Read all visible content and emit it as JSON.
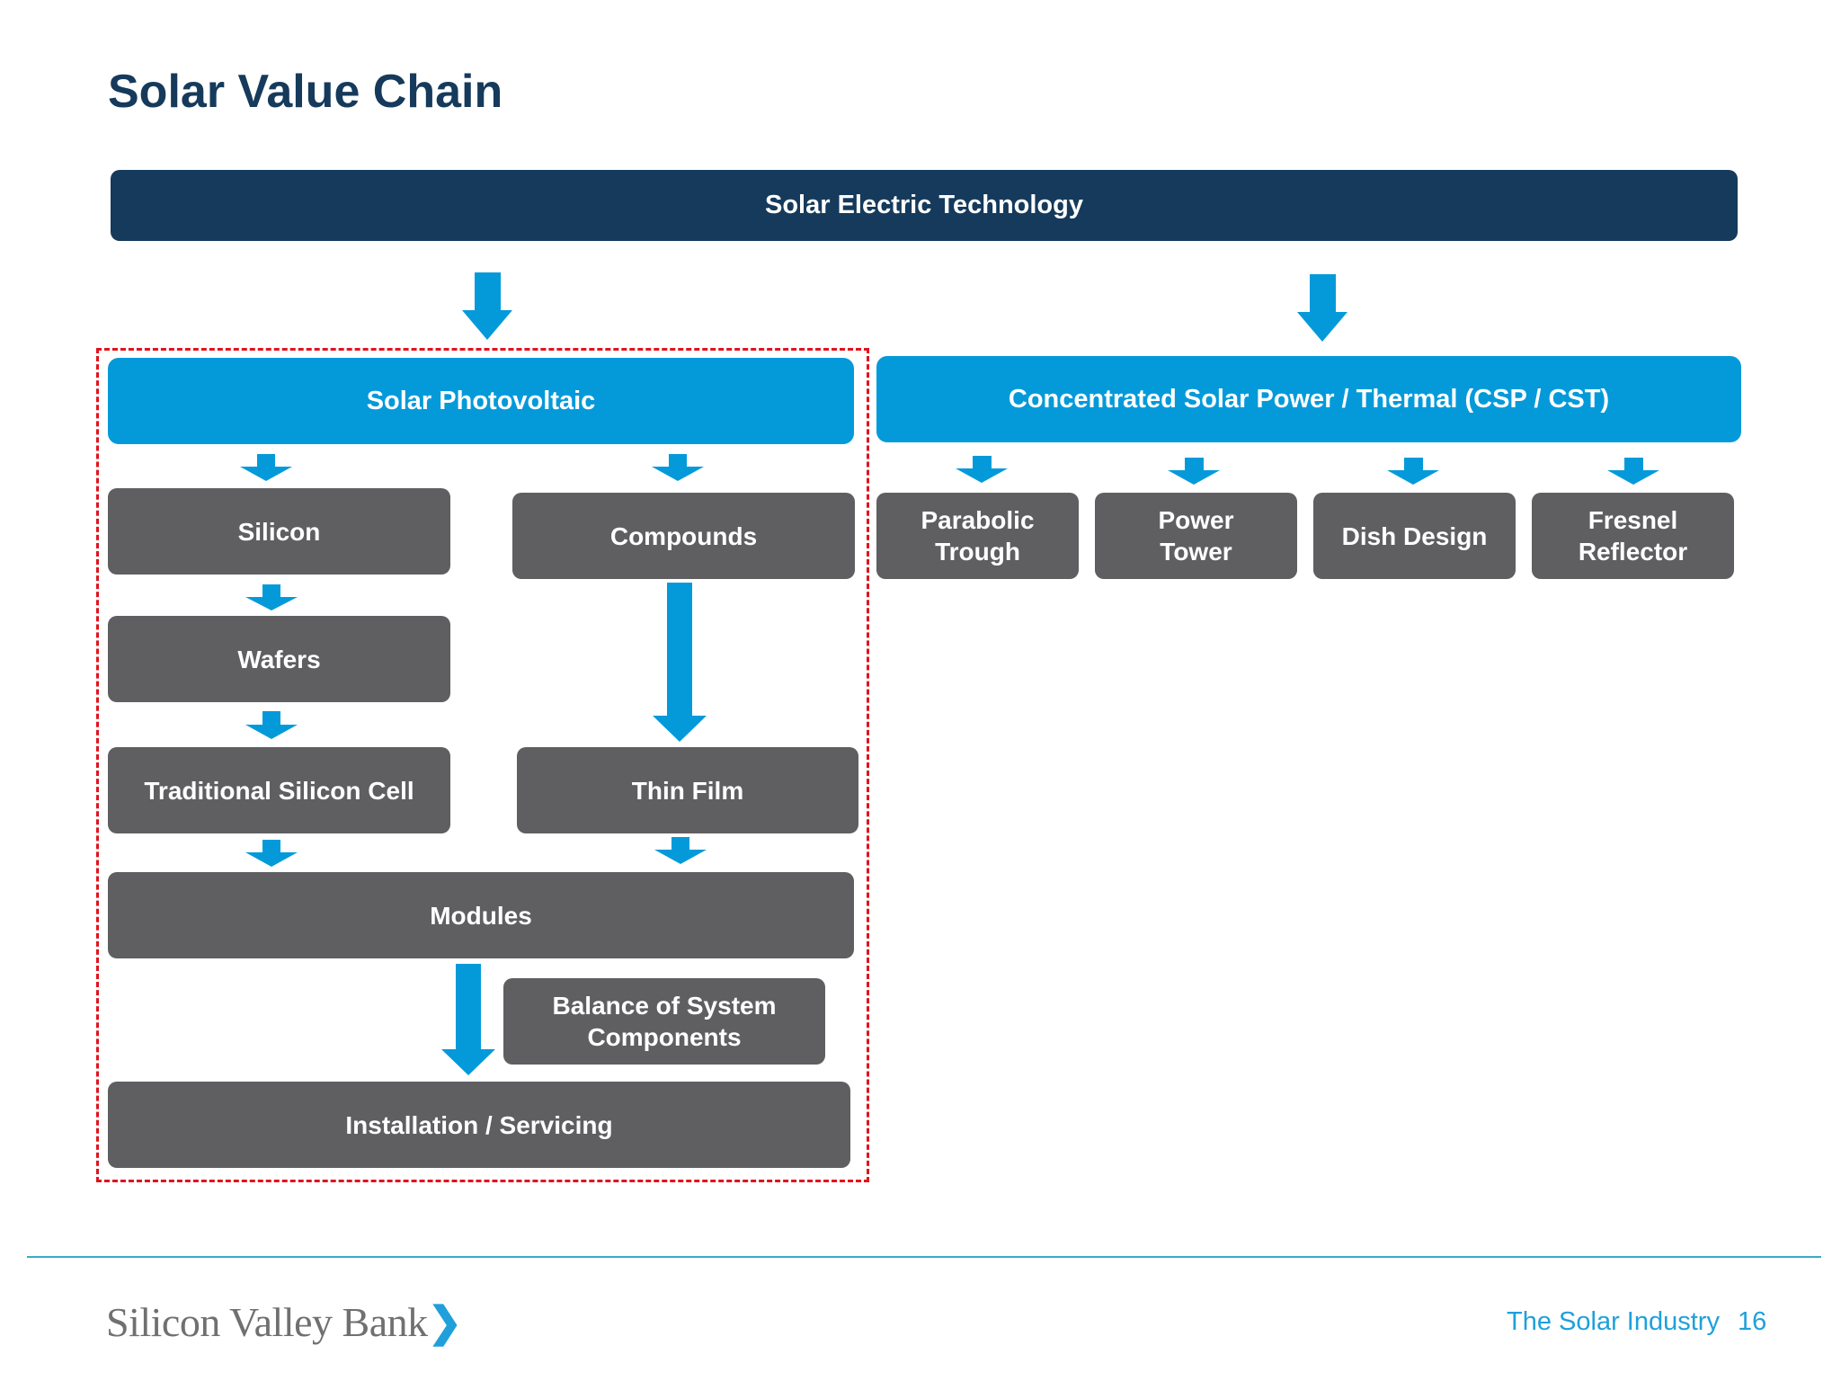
{
  "title": "Solar Value Chain",
  "top_node": "Solar Electric Technology",
  "pv": {
    "header": "Solar Photovoltaic",
    "silicon": "Silicon",
    "compounds": "Compounds",
    "wafers": "Wafers",
    "traditional_cell": "Traditional Silicon Cell",
    "thin_film": "Thin Film",
    "modules": "Modules",
    "bos_line1": "Balance of System",
    "bos_line2": "Components",
    "installation": "Installation / Servicing"
  },
  "csp": {
    "header": "Concentrated Solar Power / Thermal (CSP / CST)",
    "items": [
      {
        "line1": "Parabolic",
        "line2": "Trough"
      },
      {
        "line1": "Power",
        "line2": "Tower"
      },
      {
        "line1": "Dish Design",
        "line2": ""
      },
      {
        "line1": "Fresnel",
        "line2": "Reflector"
      }
    ]
  },
  "footer": {
    "logo": "Silicon Valley Bank",
    "section": "The Solar Industry",
    "page": "16"
  },
  "colors": {
    "navy": "#153A5B",
    "blue": "#049ADA",
    "gray": "#5F5E61",
    "dashed_outline": "#E0141E",
    "accent_text": "#1FA0DB"
  }
}
